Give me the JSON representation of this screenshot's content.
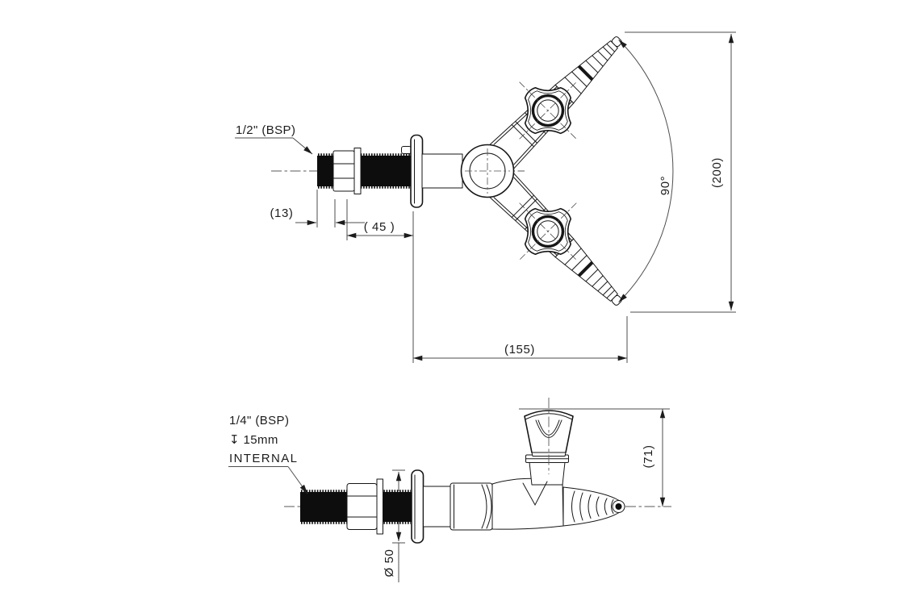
{
  "page": {
    "background": "#ffffff"
  },
  "palette": {
    "object_line": "#161616",
    "dimension_line": "#4e4e4e",
    "solid_fill": "#0d0d0d",
    "text_color": "#1c1c1c"
  },
  "plan_view": {
    "labels": {
      "inlet_thread": "1/2\" (BSP)",
      "dim_thread_protrusion": "(13)",
      "dim_shank_length": "( 45 )",
      "dim_reach": "(155)",
      "dim_overall_height": "(200)",
      "dim_outlet_angle": "90°"
    }
  },
  "side_view": {
    "labels": {
      "inlet_thread": "1/4\" (BSP)",
      "inlet_depth": "↧ 15mm",
      "inlet_type": "INTERNAL",
      "dim_flange_diameter": "Ø 50",
      "dim_spout_height": "(71)"
    }
  }
}
